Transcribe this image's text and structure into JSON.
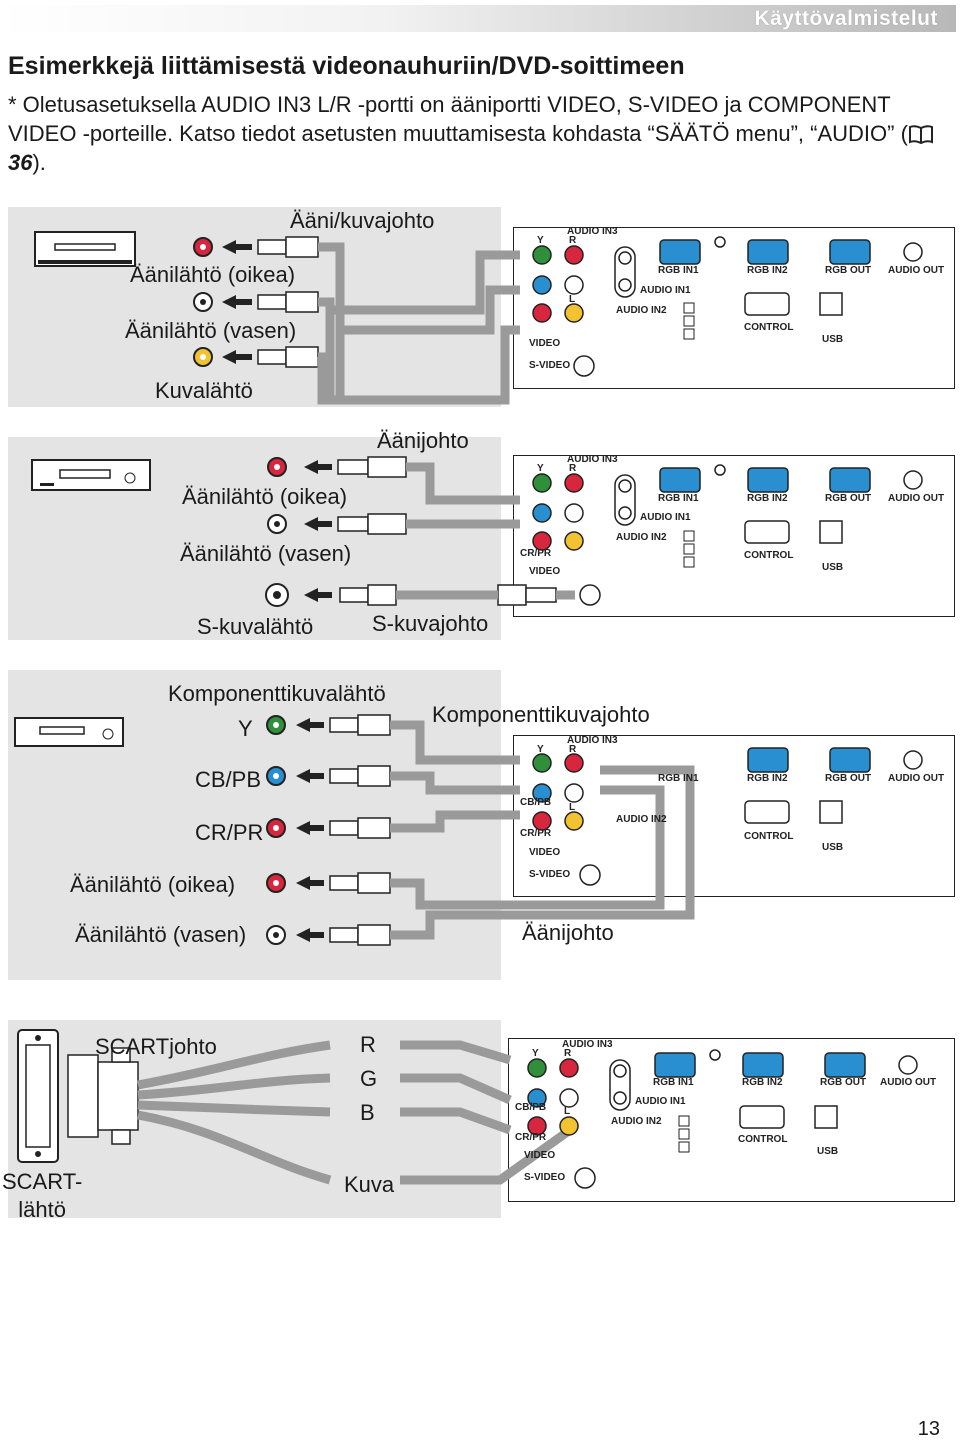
{
  "header": {
    "section": "Käyttövalmistelut"
  },
  "title": "Esimerkkejä liittämisestä videonauhuriin/DVD-soittimeen",
  "intro": {
    "text": "* Oletusasetuksella AUDIO IN3 L/R -portti on ääniportti VIDEO, S-VIDEO ja COMPONENT VIDEO -porteille. Katso tiedot asetusten muuttamisesta kohdasta “SÄÄTÖ menu”, “AUDIO” (",
    "page_ref": "36",
    "end": ")."
  },
  "projector": {
    "audio_in3": "AUDIO IN3",
    "y": "Y",
    "r": "R",
    "l": "L",
    "cb_pb": "CB/PB",
    "cr_pr": "CR/PR",
    "video": "VIDEO",
    "s_video": "S-VIDEO",
    "rgb_in1": "RGB IN1",
    "rgb_in2": "RGB IN2",
    "rgb_out": "RGB OUT",
    "audio_out": "AUDIO OUT",
    "audio_in1": "AUDIO IN1",
    "audio_in2": "AUDIO IN2",
    "control": "CONTROL",
    "usb": "USB"
  },
  "diagram1": {
    "cable": "Ääni/kuvajohto",
    "audio_right": "Äänilähtö (oikea)",
    "audio_left": "Äänilähtö (vasen)",
    "video_out": "Kuvalähtö"
  },
  "diagram2": {
    "cable": "Äänijohto",
    "audio_right": "Äänilähtö (oikea)",
    "audio_left": "Äänilähtö (vasen)",
    "s_video_out": "S-kuvalähtö",
    "s_video_cable": "S-kuvajohto"
  },
  "diagram3": {
    "component_out": "Komponenttikuvalähtö",
    "component_cable": "Komponenttikuvajohto",
    "y": "Y",
    "cb_pb": "CB/PB",
    "cr_pr": "CR/PR",
    "audio_right": "Äänilähtö (oikea)",
    "audio_left": "Äänilähtö (vasen)",
    "audio_cable": "Äänijohto"
  },
  "diagram4": {
    "scart_cable": "SCARTjohto",
    "r": "R",
    "g": "G",
    "b": "B",
    "video": "Kuva",
    "scart_out": "SCART-\nlähtö"
  },
  "page_number": "13",
  "colors": {
    "red": "#d7263d",
    "green": "#2f8f3a",
    "blue": "#2a8fd0",
    "yellow": "#f2c230",
    "panel": "#e4e4e4"
  }
}
